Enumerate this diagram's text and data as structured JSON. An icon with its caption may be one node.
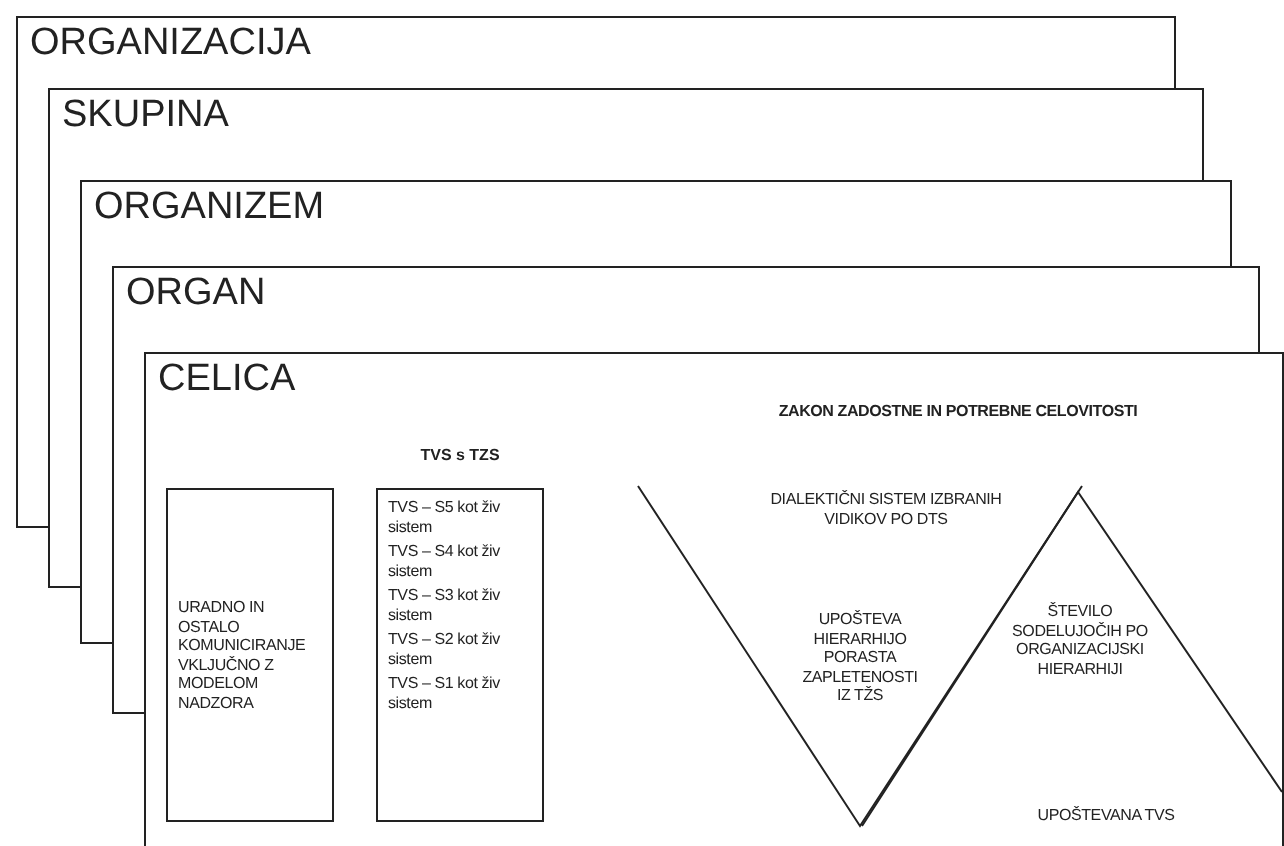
{
  "diagram": {
    "nodes": [
      {
        "text": [
          "ORGANIZACIJA"
        ]
      },
      {
        "text": [
          "SKUPINA"
        ]
      },
      {
        "text": [
          "ORGANIZEM"
        ]
      },
      {
        "text": [
          "ORGAN"
        ]
      },
      {
        "text": [
          "CELICA"
        ]
      },
      {
        "text": [
          "URADNO IN OSTALO KOMUNICIRANJE VKLJUČNO Z MODELOM NADZORA"
        ],
        "in": 4
      },
      {
        "text": [
          "TVS s TZS",
          "TVS – S5 kot živ sistem",
          "TVS – S4 kot živ sistem",
          "TVS – S3 kot živ sistem",
          "TVS – S2 kot živ sistem",
          "TVS – S1 kot živ sistem"
        ],
        "in": 4
      },
      {
        "text": [
          "UPOŠTEVA HIERARHIJO PORASTA ZAPLETENOSTI IZ TŽS"
        ],
        "in": 4
      },
      {
        "text": [
          "ŠTEVILO SODELUJOČIH PO ORGANIZACIJSKI HIERARHIJI"
        ],
        "in": 4
      }
    ],
    "labels": [
      "ZAKON ZADOSTNE IN POTREBNE CELOVITOSTI",
      "DIALEKTIČNI SISTEM IZBRANIH VIDIKOV PO DTS",
      "UPOŠTEVANA TVS"
    ]
  }
}
